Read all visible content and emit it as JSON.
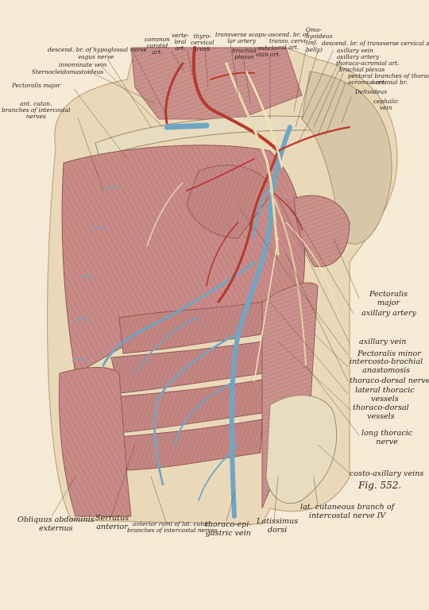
{
  "figure": "Fig. 552.",
  "labels_top": {
    "descend_hypoglossal": "descend. br. of hypoglossal nerve",
    "vagus_nerve": "vagus nerve",
    "innominate_vein": "innominate vein",
    "sternocleidomastoideus": "Sternocleidomastoideus",
    "common_carotid": "common\ncarotid\nart.",
    "vertebral": "verte-\nbral\nart.",
    "thyrocervical": "thyro-\ncervical\ntrunk",
    "transverse_scapular": "transverse scapu-\nlar artery",
    "brachial_plexus_top": "brachial\nplexus",
    "subclavian": "subcla-\nvian art.",
    "ascend_transv": "ascend. br. of\ntransv. cervi-\ncal art.",
    "omohyoideus": "Omo-\nhyoideus\n(inf.\nbelly)",
    "descend_transverse_cervical": "descend. br. of transverse cervical art.",
    "axillary_vein_top": "axillary vein",
    "axillary_artery_top": "axillary artery",
    "thoracoacromial": "thoraco-acromial art.",
    "brachial_plexus_right": "brachial plexus",
    "pectoral_branches": "pectoral branches of thoraco-\nacromial art.",
    "acromial_br": "acromial br.",
    "deltoideus": "Deltoideus",
    "cephalic_vein": "cephalic\nvein",
    "pectoralis_major_left": "Pectoralis major",
    "ant_cutan": "ant. cutan.\nbranches of intercostal\nnerves"
  },
  "labels_right": {
    "pectoralis_major": "Pectoralis\nmajor",
    "axillary_artery": "axillary artery",
    "axillary_vein": "axillary vein",
    "pectoralis_minor": "Pectoralis minor",
    "intercosto_brachial": "intercosto-brachial\nanastomosis",
    "thoracodorsal_nerve": "thoraco-dorsal nerve",
    "lateral_thoracic": "lateral thoracic\nvessels",
    "thoracodorsal_vessels": "thoraco-dorsal\nvessels",
    "long_thoracic": "long thoracic\nnerve",
    "costoaxillary": "costo-axillary veins"
  },
  "labels_bottom": {
    "obliquus": "Obliquus abdominis\nexternus",
    "serratus": "Serratus\nanterior",
    "anterior_rami": "anterior rami of lat. cutan.\nbranches of intercostal nerves",
    "thoracoepigastric": "thoraco-epi-\ngastric vein",
    "latissimus": "Latissimus\ndorsi",
    "lat_cutaneous": "lat. cutaneous branch of\nintercostal nerve IV"
  },
  "colors": {
    "paper": "#f4ead6",
    "skin": "#ead9b8",
    "muscle": "#c98b88",
    "muscle_dark": "#a8615f",
    "vein": "#6fa6c4",
    "artery": "#b8392e",
    "nerve": "#f3e6b5",
    "bone": "#e8dcc0"
  }
}
